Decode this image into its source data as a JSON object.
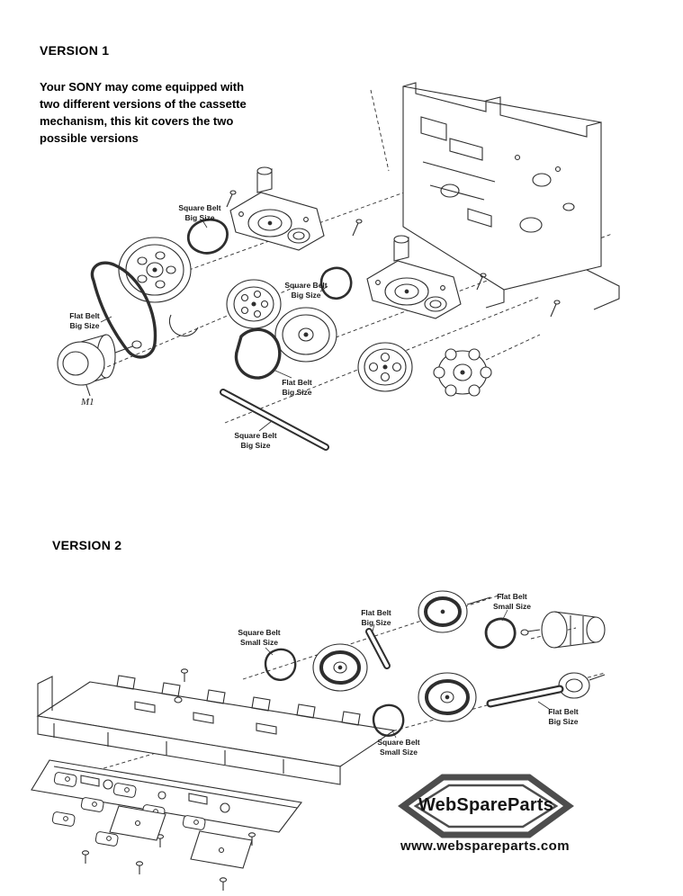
{
  "meta": {
    "background": "#ffffff",
    "ink": "#2e2e2e",
    "logo_outline": "#4d4d4d"
  },
  "version1": {
    "title": "VERSION 1",
    "intro": "Your SONY may come equipped with\ntwo different versions of the cassette\nmechanism, this kit covers the two\npossible versions",
    "labels": {
      "square_belt_top": "Square Belt\nBig Size",
      "flat_belt_left": "Flat Belt\nBig Size",
      "motor": "M1",
      "square_belt_mid": "Square Belt\nBig Size",
      "flat_belt_mid": "Flat Belt\nBig Size",
      "square_belt_bottom": "Square Belt\nBig Size"
    }
  },
  "version2": {
    "title": "VERSION 2",
    "labels": {
      "square_belt_small_top": "Square Belt\nSmall Size",
      "flat_belt_big_top": "Flat Belt\nBig Size",
      "flat_belt_small": "Flat Belt\nSmall Size",
      "square_belt_small_bottom": "Square Belt\nSmall Size",
      "flat_belt_big_right": "Flat Belt\nBig Size"
    }
  },
  "branding": {
    "logo": "WebSpareParts",
    "website": "www.webspareparts.com"
  }
}
